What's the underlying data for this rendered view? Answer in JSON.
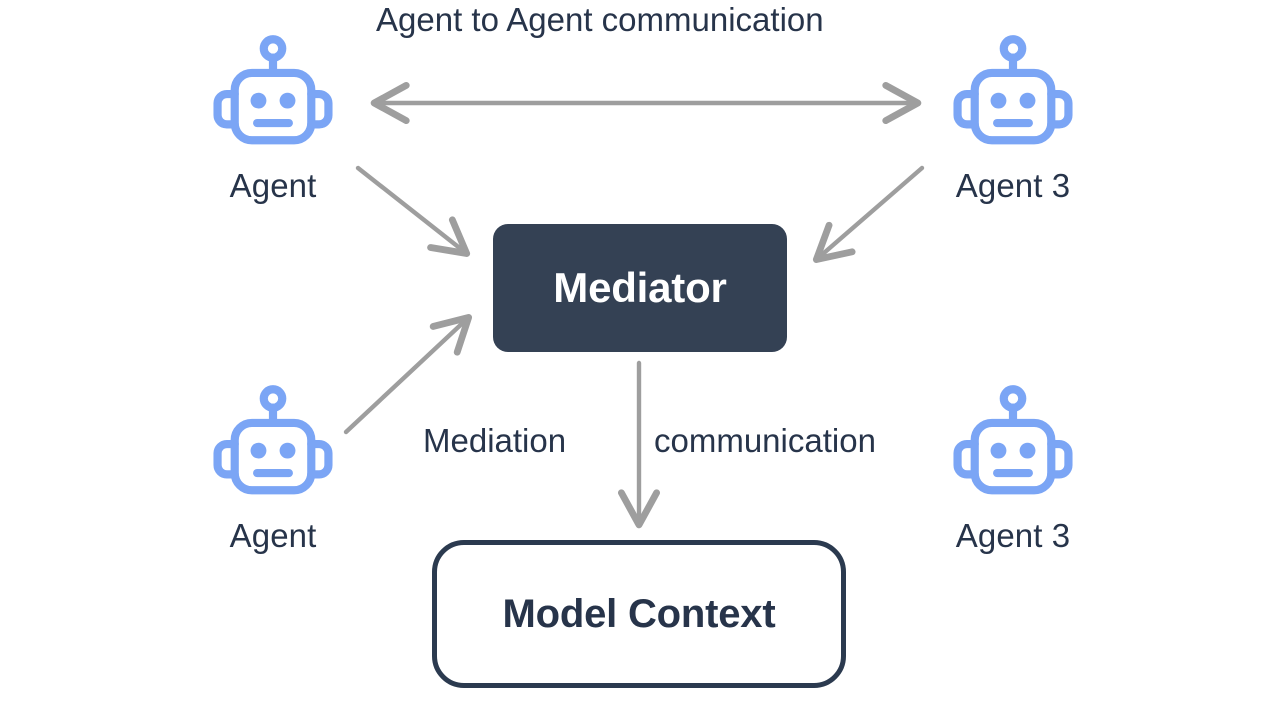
{
  "diagram": {
    "title_caption": "Agent to Agent communication",
    "background_color": "#ffffff",
    "captions": {
      "agent_to_agent": "Agent to Agent communication",
      "mediation": "Mediation",
      "communication": "communication"
    },
    "nodes": {
      "mediator": {
        "label": "Mediator",
        "fill": "#344154",
        "text_color": "#ffffff"
      },
      "model_context": {
        "label": "Model Context",
        "fill": "#ffffff",
        "border_color": "#2b3a4f",
        "text_color": "#27344a"
      }
    },
    "agents": [
      {
        "id": "agent-top-left",
        "label": "Agent",
        "icon": "robot-icon",
        "color": "#7ba5f5"
      },
      {
        "id": "agent-top-right",
        "label": "Agent 3",
        "icon": "robot-icon",
        "color": "#7ba5f5"
      },
      {
        "id": "agent-bottom-left",
        "label": "Agent",
        "icon": "robot-icon",
        "color": "#7ba5f5"
      },
      {
        "id": "agent-bottom-right",
        "label": "Agent 3",
        "icon": "robot-icon",
        "color": "#7ba5f5"
      }
    ],
    "connectors": [
      {
        "id": "a2a-bidirectional",
        "from": "agent-top-left",
        "to": "agent-top-right",
        "style": "double-arrow",
        "color": "#9e9e9e"
      },
      {
        "id": "tl-to-mediator",
        "from": "agent-top-left",
        "to": "mediator",
        "style": "arrow",
        "color": "#9e9e9e"
      },
      {
        "id": "tr-to-mediator",
        "from": "agent-top-right",
        "to": "mediator",
        "style": "arrow",
        "color": "#9e9e9e"
      },
      {
        "id": "bl-to-mediator",
        "from": "agent-bottom-left",
        "to": "mediator",
        "style": "arrow",
        "color": "#9e9e9e"
      },
      {
        "id": "mediator-to-mcp",
        "from": "mediator",
        "to": "model_context",
        "style": "arrow",
        "color": "#9e9e9e"
      }
    ]
  }
}
